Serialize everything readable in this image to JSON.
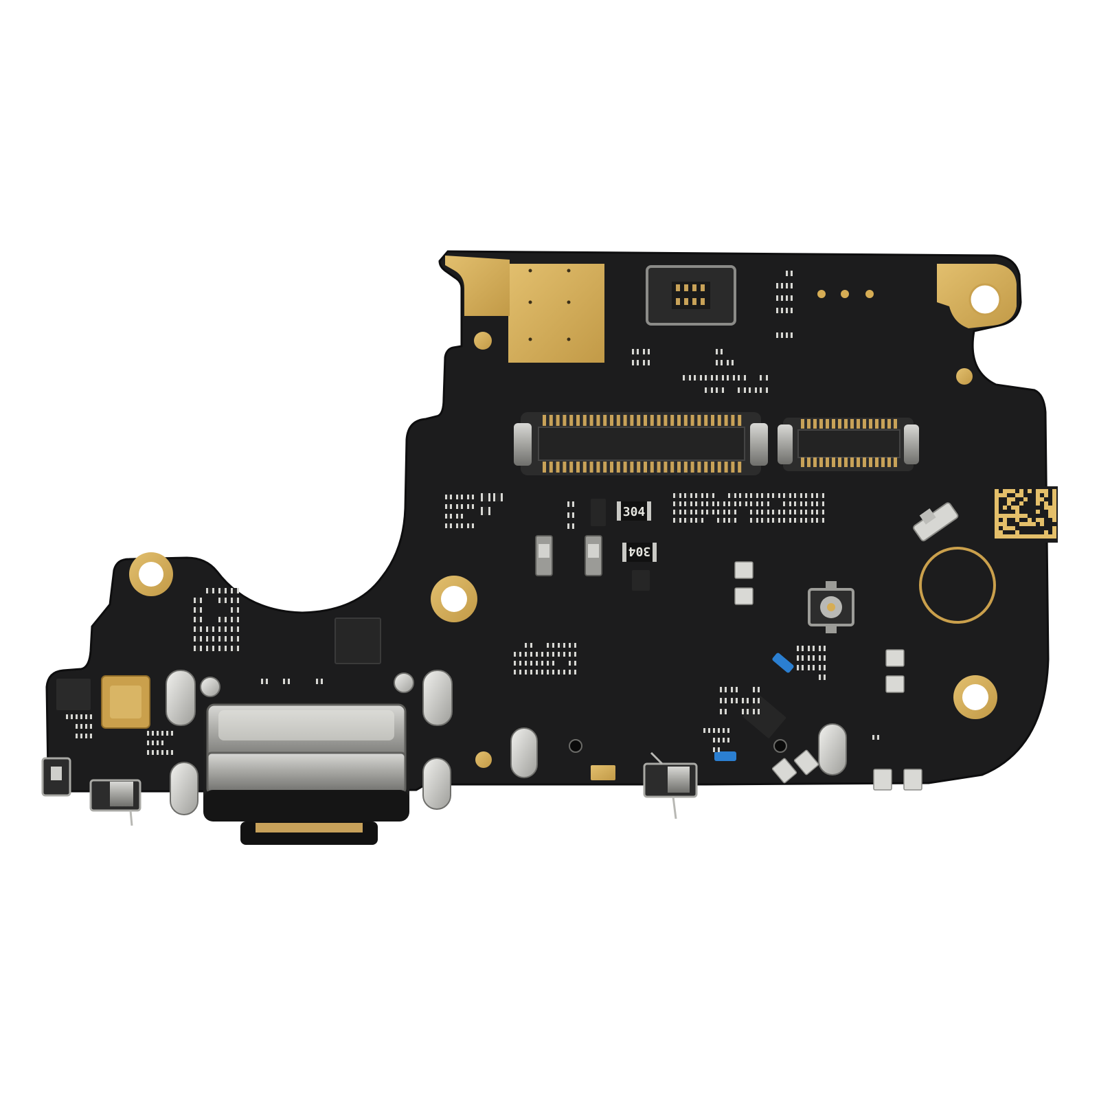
{
  "image": {
    "subject": "charging-port-pcb",
    "background_color": "#ffffff",
    "colors": {
      "pcb": "#1b1b1c",
      "pcb_edge": "#111112",
      "gold": "#d6ad55",
      "gold_dark": "#b58a37",
      "steel": "#b9b9b6",
      "steel_dark": "#7e7e7b",
      "connector_body": "#2a2a2a",
      "component_black": "#262626",
      "passive_white": "#d8d8d4",
      "passive_beige": "#c9b28a",
      "blue_component": "#2b7fd1"
    }
  },
  "markings": {
    "resistor_top": "304",
    "resistor_bottom": "304"
  }
}
